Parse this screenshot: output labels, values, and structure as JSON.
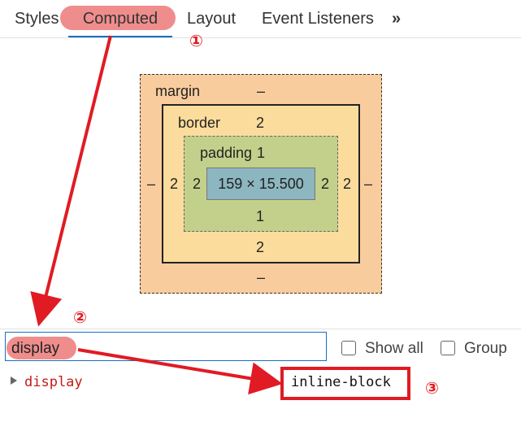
{
  "tabs": {
    "styles": "Styles",
    "computed": "Computed",
    "layout": "Layout",
    "event_listeners": "Event Listeners",
    "more": "»"
  },
  "callouts": {
    "one": "①",
    "two": "②",
    "three": "③"
  },
  "box_model": {
    "margin_label": "margin",
    "margin_top": "–",
    "margin_left": "–",
    "margin_right": "–",
    "margin_bottom": "–",
    "border_label": "border",
    "border_top": "2",
    "border_left": "2",
    "border_right": "2",
    "border_bottom": "2",
    "padding_label": "padding",
    "padding_top": "1",
    "padding_left": "2",
    "padding_right": "2",
    "padding_bottom": "1",
    "content": "159 × 15.500"
  },
  "filter": {
    "value": "display",
    "show_all_label": "Show all",
    "group_label": "Group"
  },
  "property": {
    "name": "display",
    "value": "inline-block"
  },
  "colors": {
    "highlight": "#ef8d8d",
    "annotation_red": "#e01b24",
    "margin": "#f9cc9d",
    "border": "#fcdc9c",
    "padding": "#c3d08b",
    "content": "#8cb6c0",
    "accent": "#1a6dc4"
  }
}
